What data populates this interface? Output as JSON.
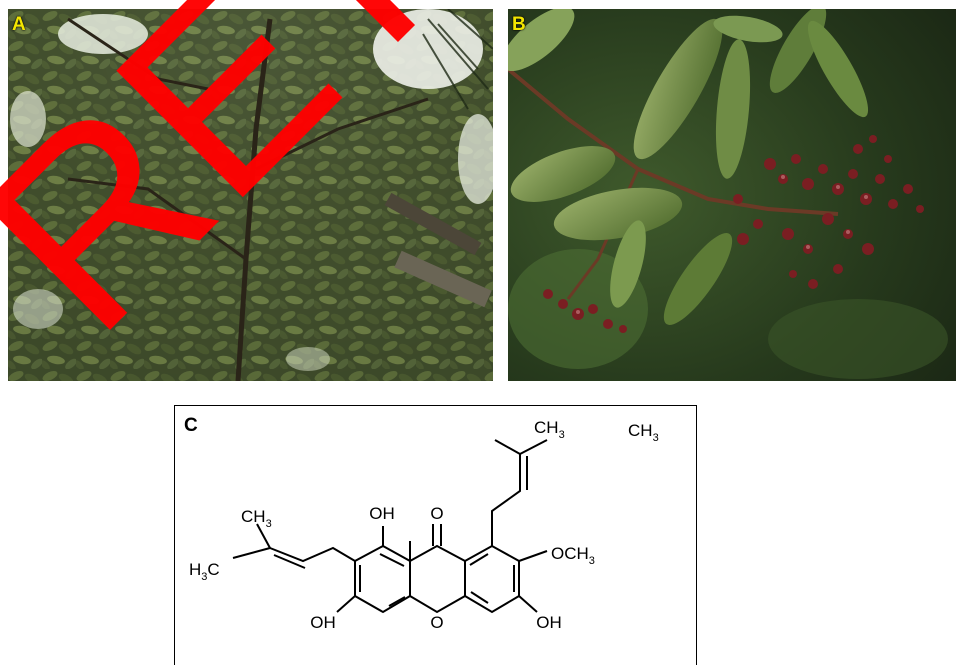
{
  "panels": {
    "a": {
      "letter": "A"
    },
    "b": {
      "letter": "B"
    },
    "c": {
      "letter": "C"
    }
  },
  "molecule": {
    "labels": {
      "ch3_top_left": "CH",
      "ch3_top_right": "CH",
      "ch3_left": "CH",
      "h3c_left": "H",
      "h3c_c": "C",
      "oh_top": "OH",
      "ketone_o": "O",
      "och3": "OCH",
      "oh_bottom_left": "OH",
      "ring_o": "O",
      "oh_bottom_right": "OH",
      "subscript3": "3"
    }
  },
  "watermark": {
    "text": "RETR"
  },
  "colors": {
    "watermark": "#ff0000",
    "panel_letter": "#f3e600",
    "foliage_dark": "#2f3a22",
    "leaf_green": "#6d8a3a",
    "flower_red": "#7a1e22"
  }
}
